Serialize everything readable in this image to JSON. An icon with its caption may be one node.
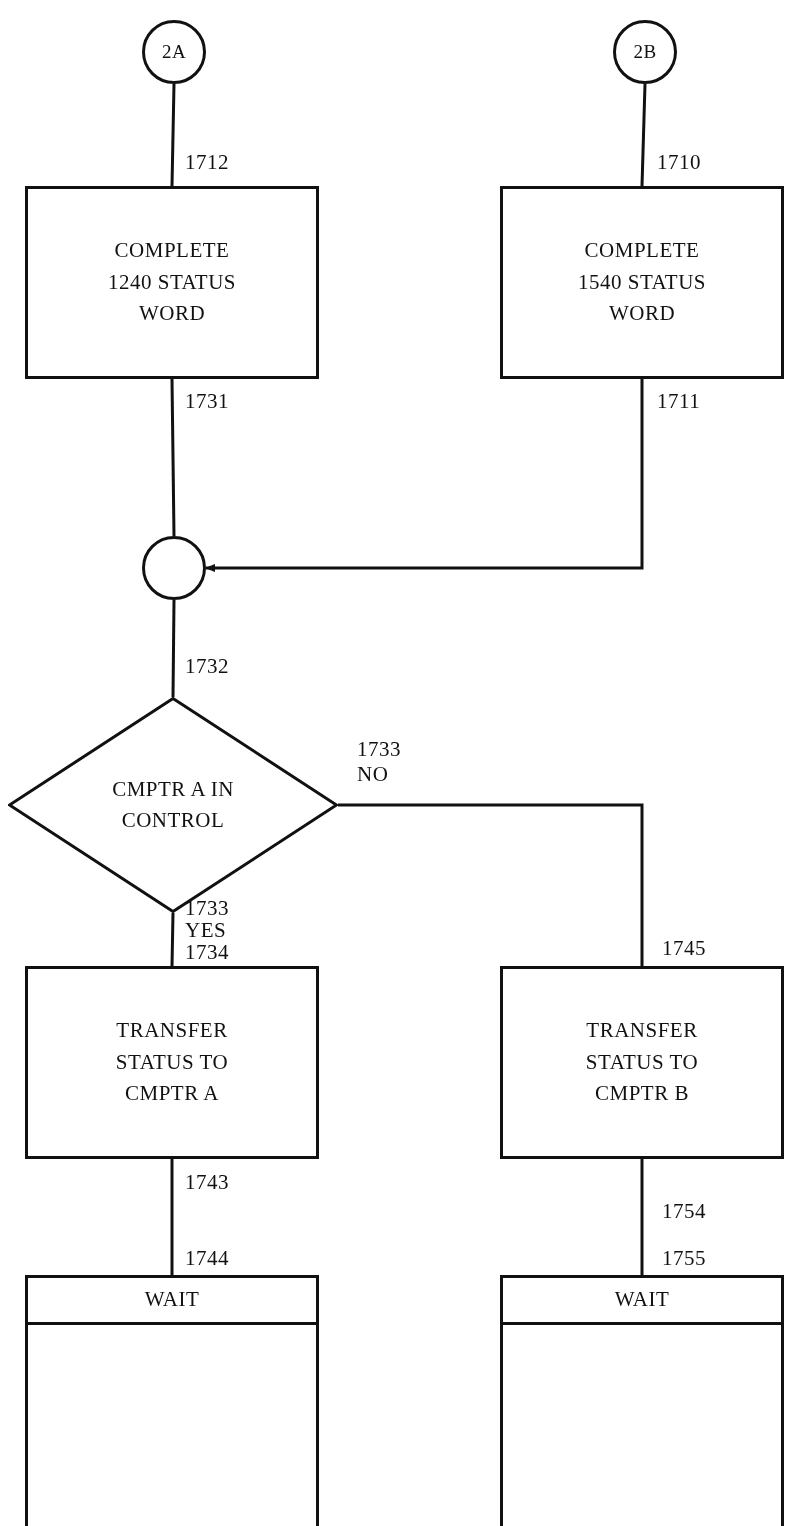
{
  "diagram": {
    "nodes": [
      {
        "text": [
          "2A"
        ]
      },
      {
        "text": [
          "2B"
        ]
      },
      {
        "text": [
          "COMPLETE 1240 STATUS WORD"
        ]
      },
      {
        "text": [
          "COMPLETE 1540 STATUS WORD"
        ]
      },
      {
        "text": [],
        "shape": "circle"
      },
      {
        "text": [
          "CMPTR A IN CONTROL"
        ]
      },
      {
        "text": [
          "TRANSFER STATUS TO CMPTR A"
        ]
      },
      {
        "text": [
          "TRANSFER STATUS TO CMPTR B"
        ]
      },
      {
        "text": [
          "WAIT"
        ]
      },
      {
        "text": [
          "WAIT"
        ]
      }
    ],
    "edges": [
      {
        "from": 0,
        "to": 2,
        "arrow": "none"
      },
      {
        "from": 1,
        "to": 3,
        "arrow": "none"
      },
      {
        "from": 2,
        "to": 4,
        "arrow": "none"
      },
      {
        "from": 3,
        "to": 4,
        "arrow": "to"
      },
      {
        "from": 4,
        "to": 5,
        "arrow": "none"
      },
      {
        "from": 5,
        "to": 6,
        "arrow": "none",
        "label": "YES"
      },
      {
        "from": 5,
        "to": 7,
        "arrow": "none",
        "label": "NO"
      },
      {
        "from": 6,
        "to": 8,
        "arrow": "none"
      },
      {
        "from": 7,
        "to": 9,
        "arrow": "none"
      }
    ],
    "labels": [
      "1712",
      "1710",
      "1731",
      "1711",
      "1732",
      "1733",
      "1733",
      "1734",
      "1745",
      "1743",
      "1754",
      "1744",
      "1755"
    ]
  }
}
